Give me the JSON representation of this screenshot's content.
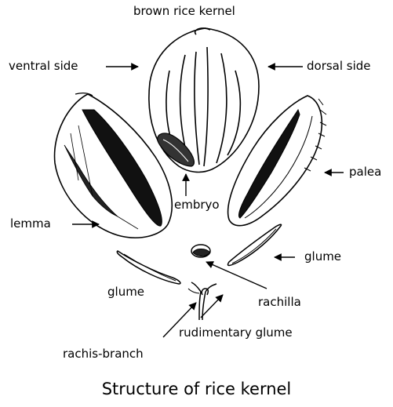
{
  "labels": {
    "brown_rice_kernel": "brown rice kernel",
    "ventral_side": "ventral side",
    "dorsal_side": "dorsal side",
    "palea": "palea",
    "embryo": "embryo",
    "lemma": "lemma",
    "glume_right": "glume",
    "glume_left": "glume",
    "rachilla": "rachilla",
    "rudimentary_glume": "rudimentary glume",
    "rachis_branch": "rachis-branch"
  },
  "caption": "Structure of rice kernel",
  "colors": {
    "ink": "#000000",
    "background": "#ffffff"
  }
}
